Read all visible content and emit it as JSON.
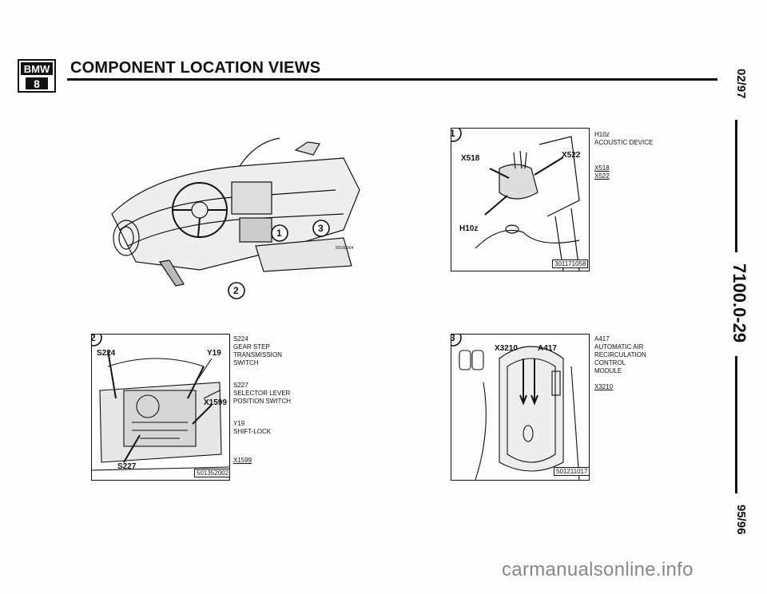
{
  "header": {
    "logo_text": "BMW",
    "logo_sub": "8",
    "title": "COMPONENT LOCATION VIEWS"
  },
  "side": {
    "date_top": "02/97",
    "code": "7100.0-29",
    "date_bottom": "95/96"
  },
  "overview": {
    "callout_1": "1",
    "callout_2": "2",
    "callout_3": "3",
    "small_ref": "50100004"
  },
  "panel1": {
    "callout": "1",
    "labels": {
      "x518": "X518",
      "x522": "X522",
      "h10z": "H10z"
    },
    "ref": "301171058",
    "legend": {
      "h10z": "H10z",
      "h10z_desc": "ACOUSTIC DEVICE",
      "x518": "X518",
      "x522": "X522"
    }
  },
  "panel2": {
    "callout": "2",
    "labels": {
      "s224": "S224",
      "y19": "Y19",
      "x1599": "X1599",
      "s227": "S227"
    },
    "ref": "501352002",
    "legend": {
      "s224": "S224",
      "s224_desc": [
        "GEAR STEP",
        "TRANSMISSION",
        "SWITCH"
      ],
      "s227": "S227",
      "s227_desc": [
        "SELECTOR LEVER",
        "POSITION SWITCH"
      ],
      "y19": "Y19",
      "y19_desc": "SHIFT-LOCK",
      "x1599": "X1599"
    }
  },
  "panel3": {
    "callout": "3",
    "labels": {
      "x3210": "X3210",
      "a417": "A417"
    },
    "ref": "501211017",
    "legend": {
      "a417": "A417",
      "a417_desc": [
        "AUTOMATIC AIR",
        "RECIRCULATION",
        "CONTROL",
        "MODULE"
      ],
      "x3210": "X3210"
    }
  },
  "watermark": "carmanualsonline.info"
}
